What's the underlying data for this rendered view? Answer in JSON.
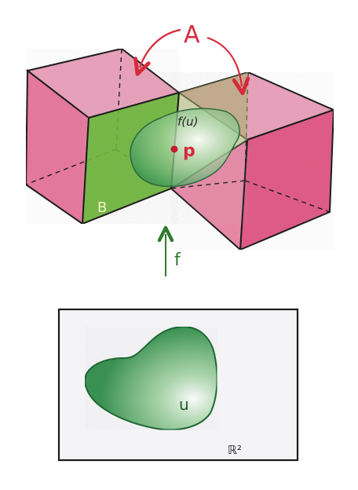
{
  "labels": {
    "A": "A",
    "B": "B",
    "f_u": "f(u)",
    "p": "p",
    "f": "f",
    "u": "u",
    "plane": "ℝ²"
  },
  "colors": {
    "pink_light": "#e99bb4",
    "pink_mid": "#e58aa8",
    "pink_dark": "#e06f91",
    "green_plane": "#5fa82f",
    "green_blob": "#2f8d48",
    "green_blob_dark": "#1f6b34",
    "red_label": "#d62a3a",
    "arrow_green": "#2f7a2f",
    "ink": "#1c1c1c"
  }
}
